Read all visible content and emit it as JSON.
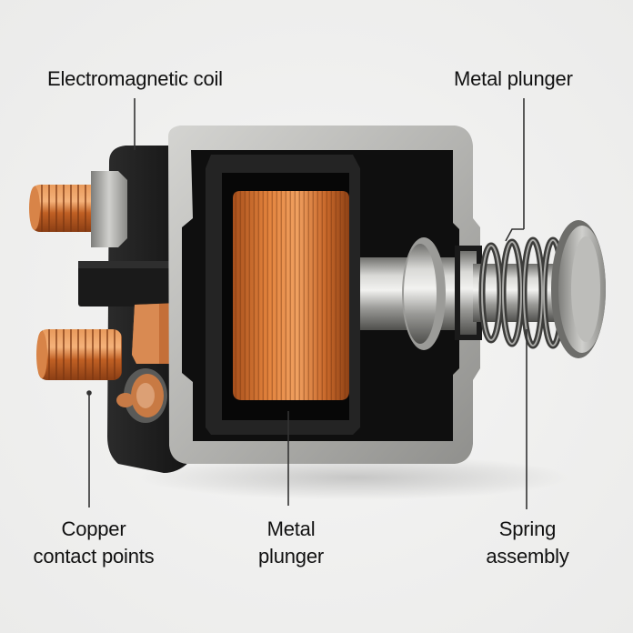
{
  "diagram": {
    "subject": "Solenoid cutaway illustration",
    "labels": {
      "electromagnetic_coil": "Electromagnetic coil",
      "metal_plunger_top": "Metal plunger",
      "copper_contact_points": [
        "Copper",
        "contact points"
      ],
      "metal_plunger_bottom": [
        "Metal",
        "plunger"
      ],
      "spring_assembly": [
        "Spring",
        "assembly"
      ]
    },
    "colors": {
      "background": "#f1f1f0",
      "label_text": "#111111",
      "leader_line": "#333333",
      "copper": "#c8682a",
      "housing_metal": "#b9b9b6",
      "insulator_black": "#1c1c1c"
    }
  }
}
